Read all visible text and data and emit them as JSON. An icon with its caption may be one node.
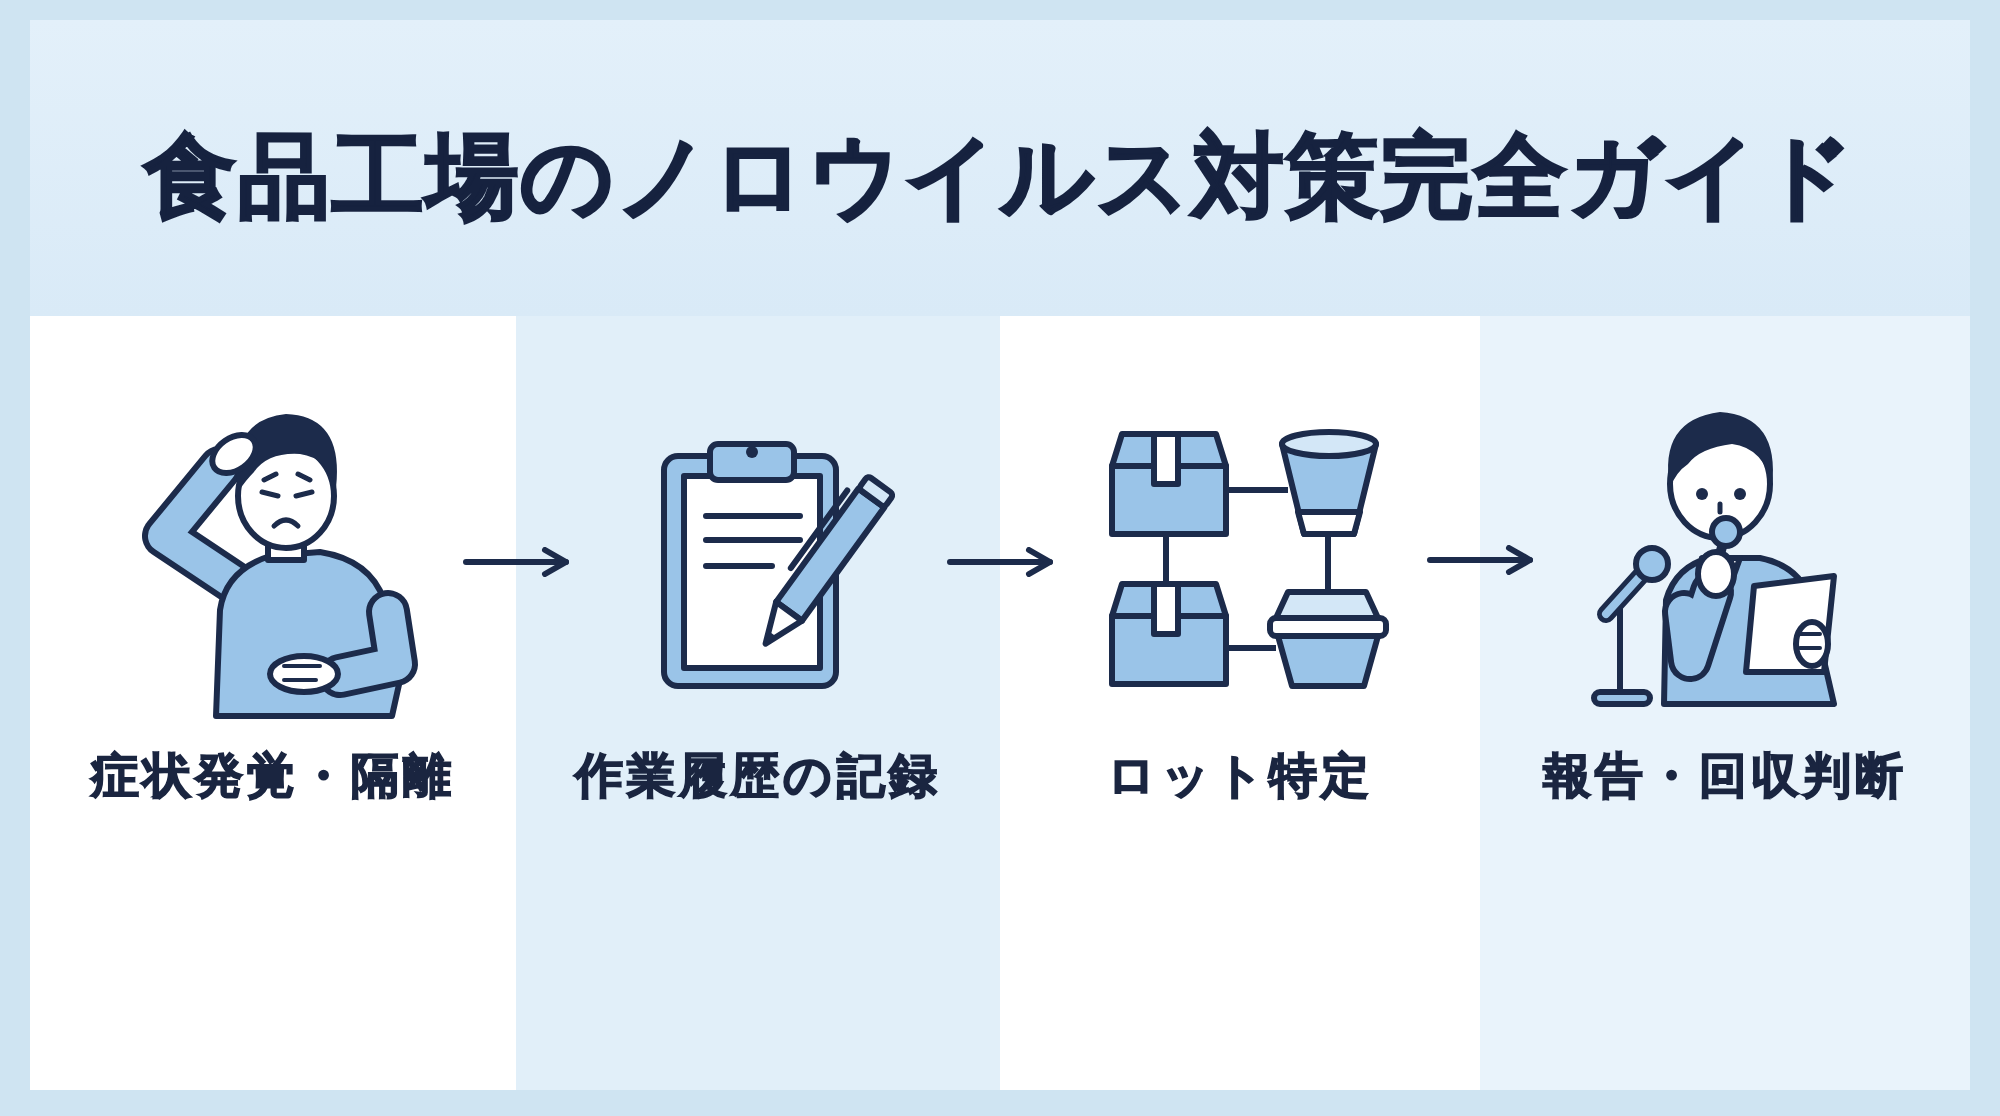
{
  "diagram": {
    "title": "食品工場のノロウイルス対策完全ガイド",
    "nodes": [
      {
        "text": [
          "症状発覚・隔離"
        ]
      },
      {
        "text": [],
        "shape": "picture",
        "in": 0
      },
      {
        "text": [
          "作業履歴の記録"
        ]
      },
      {
        "text": [],
        "shape": "picture",
        "in": 2
      },
      {
        "text": [
          "ロット特定"
        ]
      },
      {
        "text": [],
        "shape": "picture",
        "in": 4
      },
      {
        "text": [
          "報告・回収判断"
        ]
      },
      {
        "text": [],
        "shape": "picture",
        "in": 6
      }
    ],
    "edges": [
      {
        "from": 1,
        "to": 3,
        "arrow": "to"
      },
      {
        "from": 3,
        "to": 5,
        "arrow": "to"
      },
      {
        "from": 5,
        "to": 7,
        "arrow": "to"
      }
    ]
  }
}
